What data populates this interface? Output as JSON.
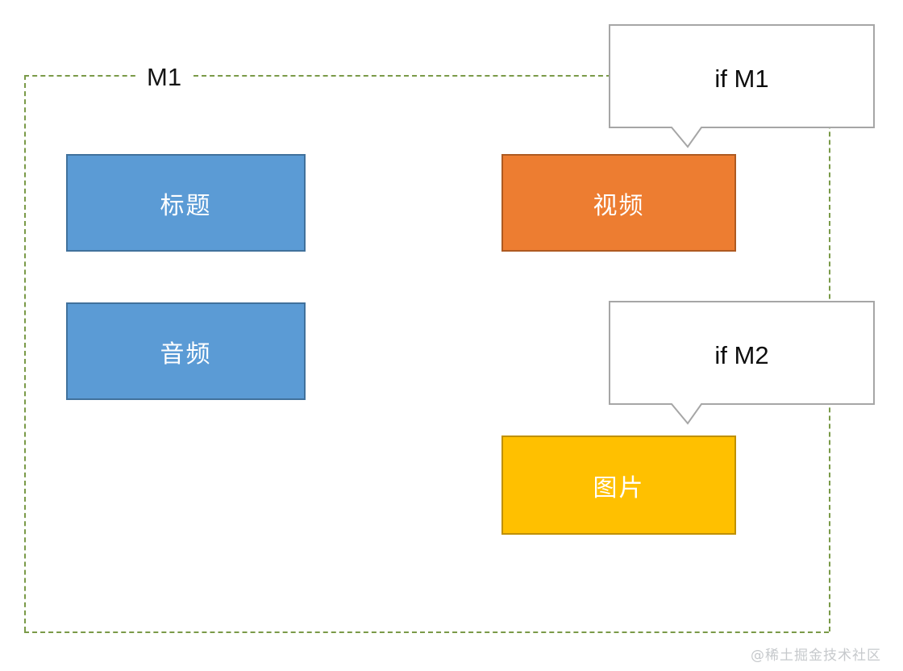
{
  "diagram": {
    "group": {
      "label": "M1",
      "border_color": "#7a9a48",
      "style": "dashed"
    },
    "nodes": [
      {
        "id": "title",
        "label": "标题",
        "fill": "#5b9bd5",
        "stroke": "#41719c"
      },
      {
        "id": "audio",
        "label": "音频",
        "fill": "#5b9bd5",
        "stroke": "#41719c"
      },
      {
        "id": "video",
        "label": "视频",
        "fill": "#ed7d31",
        "stroke": "#ae5a21"
      },
      {
        "id": "image",
        "label": "图片",
        "fill": "#ffc000",
        "stroke": "#bf9000"
      }
    ],
    "callouts": [
      {
        "id": "if-m1",
        "label": "if M1",
        "stroke": "#a6a6a6",
        "fill": "#ffffff"
      },
      {
        "id": "if-m2",
        "label": "if M2",
        "stroke": "#a6a6a6",
        "fill": "#ffffff"
      }
    ],
    "watermark": "@稀土掘金技术社区"
  }
}
